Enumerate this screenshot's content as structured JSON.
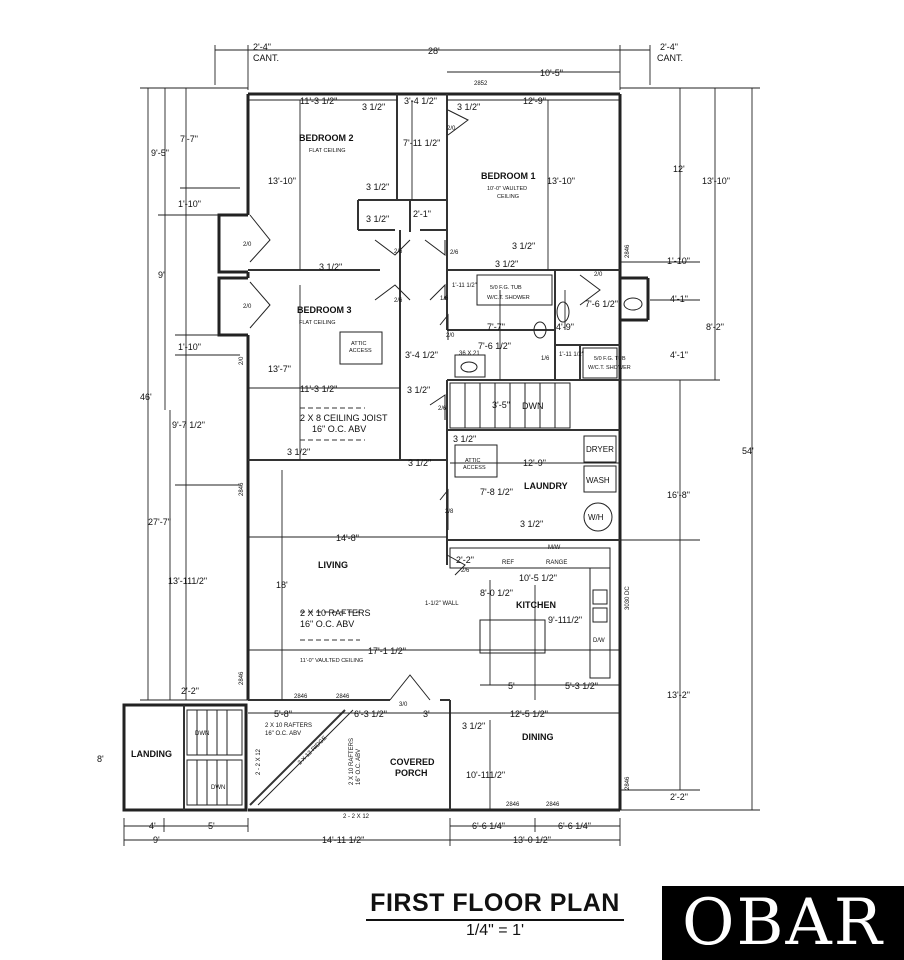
{
  "plan": {
    "title": "FIRST FLOOR PLAN",
    "scale": "1/4\" = 1'",
    "logo": "OBAR"
  },
  "rooms": {
    "bedroom2": "BEDROOM 2",
    "bedroom2_note": "FLAT CEILING",
    "bedroom1": "BEDROOM 1",
    "bedroom1_note1": "10'-0\" VAULTED",
    "bedroom1_note2": "CEILING",
    "bedroom3": "BEDROOM 3",
    "bedroom3_note": "FLAT CEILING",
    "living": "LIVING",
    "living_note": "11'-0\" VAULTED CEILING",
    "laundry": "LAUNDRY",
    "kitchen": "KITCHEN",
    "dining": "DINING",
    "covered_porch1": "COVERED",
    "covered_porch2": "PORCH",
    "landing": "LANDING"
  },
  "fixtures": {
    "attic1a": "ATTIC",
    "attic1b": "ACCESS",
    "attic2a": "ATTIC",
    "attic2b": "ACCESS",
    "tub1a": "5/0 F.G. TUB",
    "tub1b": "W/C.T. SHOWER",
    "tub2a": "5/0 F.G. TUB",
    "tub2b": "W/C.T. SHOWER",
    "dryer": "DRYER",
    "wash": "WASH",
    "wh": "W/H",
    "ref": "REF",
    "mw": "M/W",
    "range": "RANGE",
    "dw": "D/W",
    "joist1": "2 X 8 CEILING JOIST",
    "joist2": "16\" O.C. ABV",
    "rafter1": "2 X 10 RAFTERS",
    "rafter2": "16\" O.C. ABV",
    "porch_rafter1": "2 X 10 RAFTERS",
    "porch_rafter2": "16\" O.C. ABV",
    "porch_rafter_v1": "2 X 10 RAFTERS",
    "porch_rafter_v2": "16\" O.C. ABV",
    "dwn1": "DWN",
    "dwn2": "DWN",
    "dwn3": "DWN",
    "wall_note": "1-1/2\" WALL",
    "vanity": "36 X 21",
    "two_x12_a": "2 - 2 X 12",
    "two_x12_b": "2 - 2 X 12",
    "two_x12_c": "2 X 12 RIDGE"
  },
  "doors": {
    "d1": "2/0",
    "d2": "2/0",
    "d3": "2/6",
    "d4": "2/6",
    "d5": "2/6",
    "d6": "2/0",
    "d7": "2/6",
    "d8": "2/0",
    "d9": "2/8",
    "d10": "2/6",
    "d11": "1/6",
    "d12": "1/6",
    "d13": "3/0",
    "d14": "2852",
    "d15": "2846",
    "d16": "2846",
    "d17": "2846",
    "d18": "2846",
    "d19": "2846",
    "d20": "2846",
    "d21": "2846",
    "d22": "2846",
    "d23": "3030 DC",
    "d24": "2/0",
    "d25": "2/0"
  },
  "dimensions": {
    "top_overall": "28'",
    "cant_left_a": "2'-4\"",
    "cant_left_b": "CANT.",
    "cant_right_a": "2'-4\"",
    "cant_right_b": "CANT.",
    "top_right_10_5": "10'-5\"",
    "br2_width": "11'-3 1/2\"",
    "hall_width": "3'-4 1/2\"",
    "br1_width": "12'-9\"",
    "br2_wall_a": "3 1/2\"",
    "br1_wall_a": "3 1/2\"",
    "closet_depth": "7'-11 1/2\"",
    "br2_depth": "13'-10\"",
    "br1_depth": "13'-10\"",
    "closet_wall_a": "3 1/2\"",
    "closet_wall_b": "3 1/2\"",
    "closet_2_1": "2'-1\"",
    "br1_wall_b": "3 1/2\"",
    "bath_wall_a": "3 1/2\"",
    "bath_wall_b": "3 1/2\"",
    "bath_1_11a": "1'-11 1/2\"",
    "bath_7_7": "7'-7\"",
    "bath_7_6a": "7'-6 1/2\"",
    "bath_4_9": "4'-9\"",
    "bath_7_6b": "7'-6 1/2\"",
    "bath_1_11b": "1'-11 1/2\"",
    "right_12": "12'",
    "right_13_10": "13'-10\"",
    "right_1_10": "1'-10\"",
    "right_4_1a": "4'-1\"",
    "right_8_2": "8'-2\"",
    "right_4_1b": "4'-1\"",
    "right_54": "54'",
    "right_16_8": "16'-8\"",
    "right_13_2": "13'-2\"",
    "right_2_2": "2'-2\"",
    "left_7_7": "7'-7\"",
    "left_9_5": "9'-5\"",
    "left_1_10a": "1'-10\"",
    "left_9": "9'",
    "left_46": "46'",
    "left_1_10b": "1'-10\"",
    "left_9_7": "9'-7 1/2\"",
    "left_27_7": "27'-7\"",
    "left_13_11": "13'-111/2\"",
    "left_2_2": "2'-2\"",
    "left_8": "8'",
    "br3_13_7": "13'-7\"",
    "br3_width": "11'-3 1/2\"",
    "br3_wall": "3 1/2\"",
    "hall_3_4b": "3'-4 1/2\"",
    "hall_3_1_2": "3 1/2\"",
    "br3_bottom_wall": "3 1/2\"",
    "stair_3_5": "3'-5\"",
    "stair_dwn": "DWN",
    "laundry_wall_a": "3 1/2\"",
    "laundry_wall_b": "3 1/2\"",
    "laundry_12_9": "12'-9\"",
    "laundry_7_8": "7'-8 1/2\"",
    "kitchen_wall": "3 1/2\"",
    "living_14_8": "14'-8\"",
    "living_18": "18'",
    "kitchen_2_2": "2'-2\"",
    "kitchen_10_5": "10'-5 1/2\"",
    "kitchen_8_0": "8'-0 1/2\"",
    "kitchen_9_11": "9'-111/2\"",
    "living_17_1": "17'-1 1/2\"",
    "kitchen_5": "5'",
    "kitchen_5_3": "5'-3 1/2\"",
    "porch_5_8": "5'-8\"",
    "porch_6_3": "6'-3 1/2\"",
    "porch_3": "3'",
    "dining_12_5": "12'-5 1/2\"",
    "dining_wall": "3 1/2\"",
    "dining_10_11": "10'-111/2\"",
    "bottom_4": "4'",
    "bottom_5": "5'",
    "bottom_9": "9'",
    "bottom_14_11": "14'-11 1/2\"",
    "bottom_6_6a": "6'-6 1/4\"",
    "bottom_6_6b": "6'-6 1/4\"",
    "bottom_13_0": "13'-0 1/2\"",
    "width_13_7_note": "13'-7\""
  }
}
